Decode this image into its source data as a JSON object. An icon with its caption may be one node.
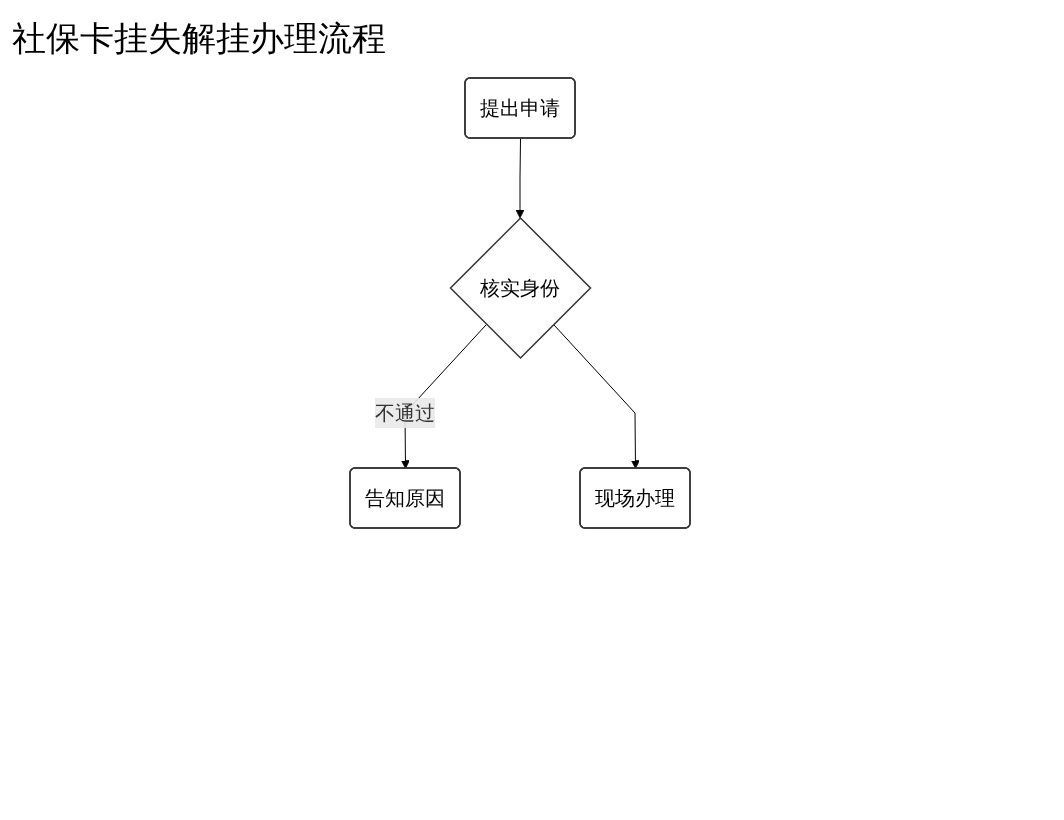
{
  "diagram": {
    "title": "社保卡挂失解挂办理流程",
    "nodes": [
      {
        "text": [
          "提出申请"
        ]
      },
      {
        "text": [
          "核实身份"
        ]
      },
      {
        "text": [
          "告知原因"
        ]
      },
      {
        "text": [
          "现场办理"
        ]
      }
    ],
    "edges": [
      {
        "from": 0,
        "to": 1,
        "arrow": "to"
      },
      {
        "from": 1,
        "to": 2,
        "arrow": "to",
        "label": "不通过"
      },
      {
        "from": 1,
        "to": 3,
        "arrow": "to"
      }
    ]
  }
}
